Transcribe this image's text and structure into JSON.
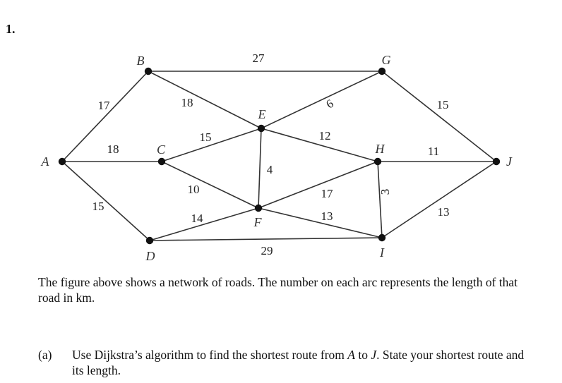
{
  "question": {
    "number": "1.",
    "description": "The figure above shows a network of roads. The number on each arc represents the length of that road in km.",
    "parts": [
      {
        "label": "(a)",
        "text_segments": [
          "Use Dijkstra’s algorithm to find the shortest route from ",
          "A",
          " to ",
          "J",
          ". State your shortest route and its length."
        ]
      }
    ]
  },
  "graph": {
    "nodes": [
      {
        "id": "A",
        "label": "A"
      },
      {
        "id": "B",
        "label": "B"
      },
      {
        "id": "C",
        "label": "C"
      },
      {
        "id": "D",
        "label": "D"
      },
      {
        "id": "E",
        "label": "E"
      },
      {
        "id": "F",
        "label": "F"
      },
      {
        "id": "G",
        "label": "G"
      },
      {
        "id": "H",
        "label": "H"
      },
      {
        "id": "I",
        "label": "I"
      },
      {
        "id": "J",
        "label": "J"
      }
    ],
    "edges": [
      {
        "from": "A",
        "to": "B",
        "weight": "17"
      },
      {
        "from": "A",
        "to": "C",
        "weight": "18"
      },
      {
        "from": "A",
        "to": "D",
        "weight": "15"
      },
      {
        "from": "B",
        "to": "G",
        "weight": "27"
      },
      {
        "from": "B",
        "to": "E",
        "weight": "18"
      },
      {
        "from": "C",
        "to": "E",
        "weight": "15"
      },
      {
        "from": "C",
        "to": "F",
        "weight": "10"
      },
      {
        "from": "D",
        "to": "F",
        "weight": "14"
      },
      {
        "from": "D",
        "to": "I",
        "weight": "29"
      },
      {
        "from": "E",
        "to": "G",
        "weight": "6"
      },
      {
        "from": "E",
        "to": "H",
        "weight": "12"
      },
      {
        "from": "E",
        "to": "F",
        "weight": "4"
      },
      {
        "from": "F",
        "to": "H",
        "weight": "17"
      },
      {
        "from": "F",
        "to": "I",
        "weight": "13"
      },
      {
        "from": "G",
        "to": "J",
        "weight": "15"
      },
      {
        "from": "H",
        "to": "J",
        "weight": "11"
      },
      {
        "from": "H",
        "to": "I",
        "weight": "3"
      },
      {
        "from": "I",
        "to": "J",
        "weight": "13"
      }
    ]
  }
}
